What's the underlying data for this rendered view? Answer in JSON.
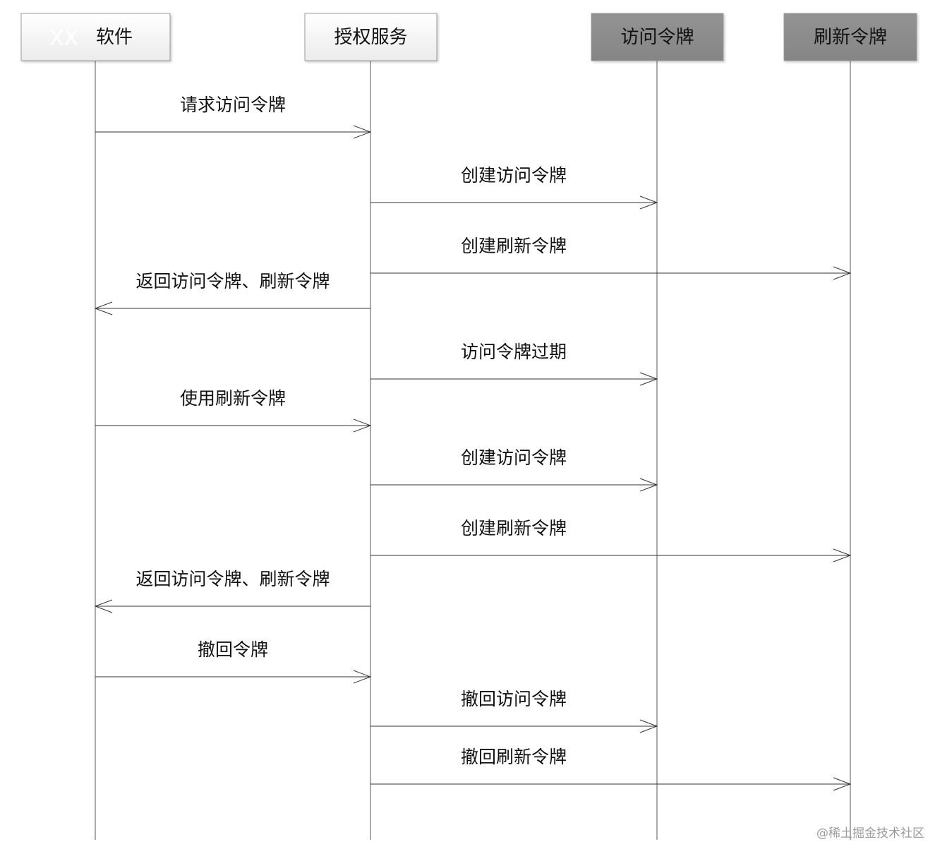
{
  "actors": [
    {
      "id": "software",
      "prefix": "XX",
      "label": "软件",
      "style": "light"
    },
    {
      "id": "auth",
      "label": "授权服务",
      "style": "light"
    },
    {
      "id": "access",
      "label": "访问令牌",
      "style": "dark"
    },
    {
      "id": "refresh",
      "label": "刷新令牌",
      "style": "dark"
    }
  ],
  "messages": [
    {
      "from": "software",
      "to": "auth",
      "label": "请求访问令牌"
    },
    {
      "from": "auth",
      "to": "access",
      "label": "创建访问令牌"
    },
    {
      "from": "auth",
      "to": "refresh",
      "label": "创建刷新令牌"
    },
    {
      "from": "auth",
      "to": "software",
      "label": "返回访问令牌、刷新令牌"
    },
    {
      "from": "auth",
      "to": "access",
      "label": "访问令牌过期"
    },
    {
      "from": "software",
      "to": "auth",
      "label": "使用刷新令牌"
    },
    {
      "from": "auth",
      "to": "access",
      "label": "创建访问令牌"
    },
    {
      "from": "auth",
      "to": "refresh",
      "label": "创建刷新令牌"
    },
    {
      "from": "auth",
      "to": "software",
      "label": "返回访问令牌、刷新令牌"
    },
    {
      "from": "software",
      "to": "auth",
      "label": "撤回令牌"
    },
    {
      "from": "auth",
      "to": "access",
      "label": "撤回访问令牌"
    },
    {
      "from": "auth",
      "to": "refresh",
      "label": "撤回刷新令牌"
    }
  ],
  "watermark": "@稀土掘金技术社区",
  "colors": {
    "light_box": "#f3f3f3",
    "dark_box": "#8c8c8c",
    "line": "#333333"
  }
}
